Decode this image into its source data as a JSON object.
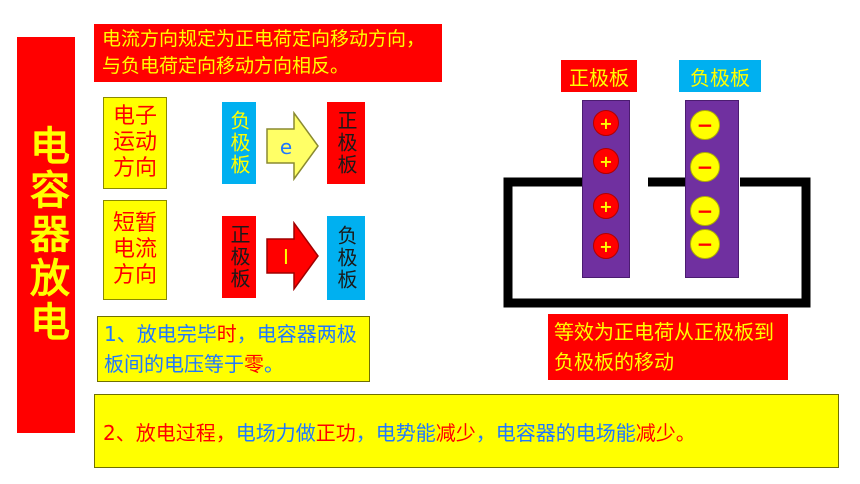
{
  "title": "电容器放电",
  "rule": "电流方向规定为正电荷定向移动方向，与负电荷定向移动方向相反。",
  "rows": {
    "electron": {
      "label": "电子运动方向",
      "from": "负极板",
      "arrow_label": "e",
      "to": "正极板"
    },
    "current": {
      "label": "短暂电流方向",
      "from": "正极板",
      "arrow_label": "I",
      "to": "负极板"
    }
  },
  "note1": {
    "prefix": "1、放电完毕",
    "time": "时",
    "mid": "，电容器两极板间的电压等于",
    "zero": "零",
    "suffix": "。"
  },
  "note2": {
    "p1": "2、放电过程，",
    "p2": "电场力做",
    "p3": "正功",
    "p4": "，",
    "p5": "电势能",
    "p6": "减少",
    "p7": "，电容器的",
    "p8": "电场能",
    "p9": "减少。"
  },
  "diagram": {
    "positive_label": "正极板",
    "negative_label": "负极板",
    "plus_symbol": "+",
    "minus_symbol": "−",
    "equivalence": "等效为正电荷从正极板到负极板的移动"
  },
  "colors": {
    "red": "#ff0000",
    "yellow": "#ffff00",
    "cyan": "#00b0f0",
    "purple": "#7030a0"
  }
}
